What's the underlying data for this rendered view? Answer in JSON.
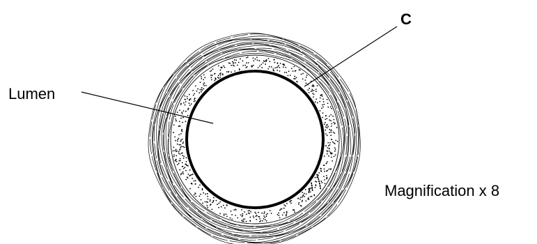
{
  "labels": {
    "lumen": "Lumen",
    "c": "C",
    "magnification": "Magnification x 8"
  },
  "colors": {
    "line": "#000000",
    "background": "#ffffff"
  }
}
